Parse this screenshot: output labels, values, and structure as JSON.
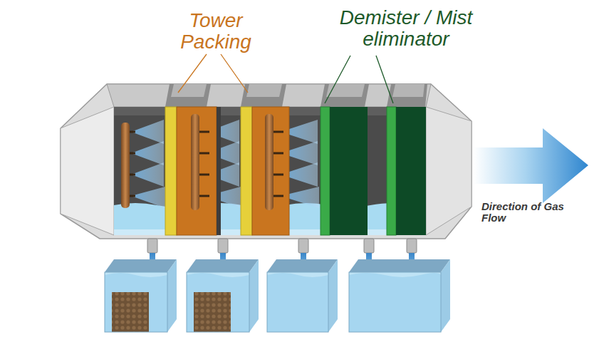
{
  "diagram": {
    "labels": [
      "Tower Packing",
      "Demister / Mist eliminator",
      "Direction of Gas Flow"
    ]
  }
}
